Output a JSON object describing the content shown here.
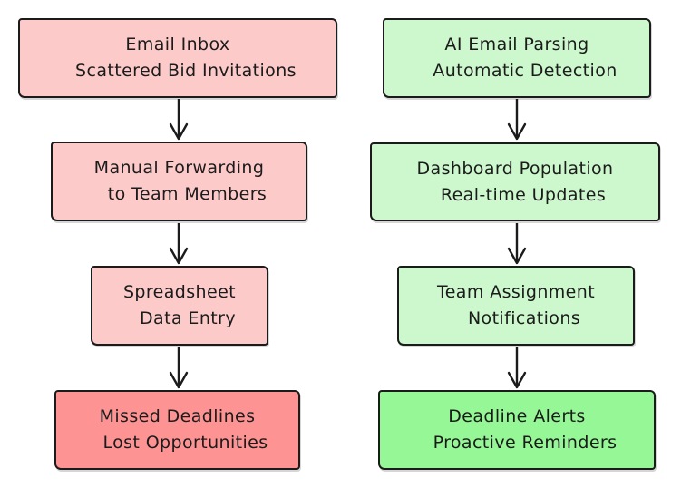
{
  "diagram": {
    "type": "flowchart-comparison",
    "background": "#ffffff",
    "stroke_color": "#1b1b1b",
    "text_color": "#1b1b1b",
    "columns": [
      {
        "name": "manual-process",
        "fill_light": "#fdcaca",
        "fill_strong": "#fd9393",
        "boxes": [
          {
            "id": "email-inbox",
            "fill": "#fdcaca",
            "lines": [
              "Email Inbox",
              "Scattered Bid Invitations"
            ]
          },
          {
            "id": "manual-forwarding",
            "fill": "#fdcaca",
            "lines": [
              "Manual Forwarding",
              "to Team Members"
            ]
          },
          {
            "id": "spreadsheet",
            "fill": "#fdcaca",
            "lines": [
              "Spreadsheet",
              "Data Entry"
            ]
          },
          {
            "id": "missed-deadlines",
            "fill": "#fd9393",
            "lines": [
              "Missed Deadlines",
              "Lost Opportunities"
            ]
          }
        ]
      },
      {
        "name": "ai-process",
        "fill_light": "#cdf8cd",
        "fill_strong": "#96f796",
        "boxes": [
          {
            "id": "ai-email-parsing",
            "fill": "#cdf8cd",
            "lines": [
              "AI Email Parsing",
              "Automatic Detection"
            ]
          },
          {
            "id": "dashboard-population",
            "fill": "#cdf8cd",
            "lines": [
              "Dashboard Population",
              "Real-time Updates"
            ]
          },
          {
            "id": "team-assignment",
            "fill": "#cdf8cd",
            "lines": [
              "Team Assignment",
              "Notifications"
            ]
          },
          {
            "id": "deadline-alerts",
            "fill": "#96f796",
            "lines": [
              "Deadline Alerts",
              "Proactive Reminders"
            ]
          }
        ]
      }
    ],
    "connectors": {
      "style": "open-v-arrow",
      "direction": "down",
      "count": 6
    }
  }
}
